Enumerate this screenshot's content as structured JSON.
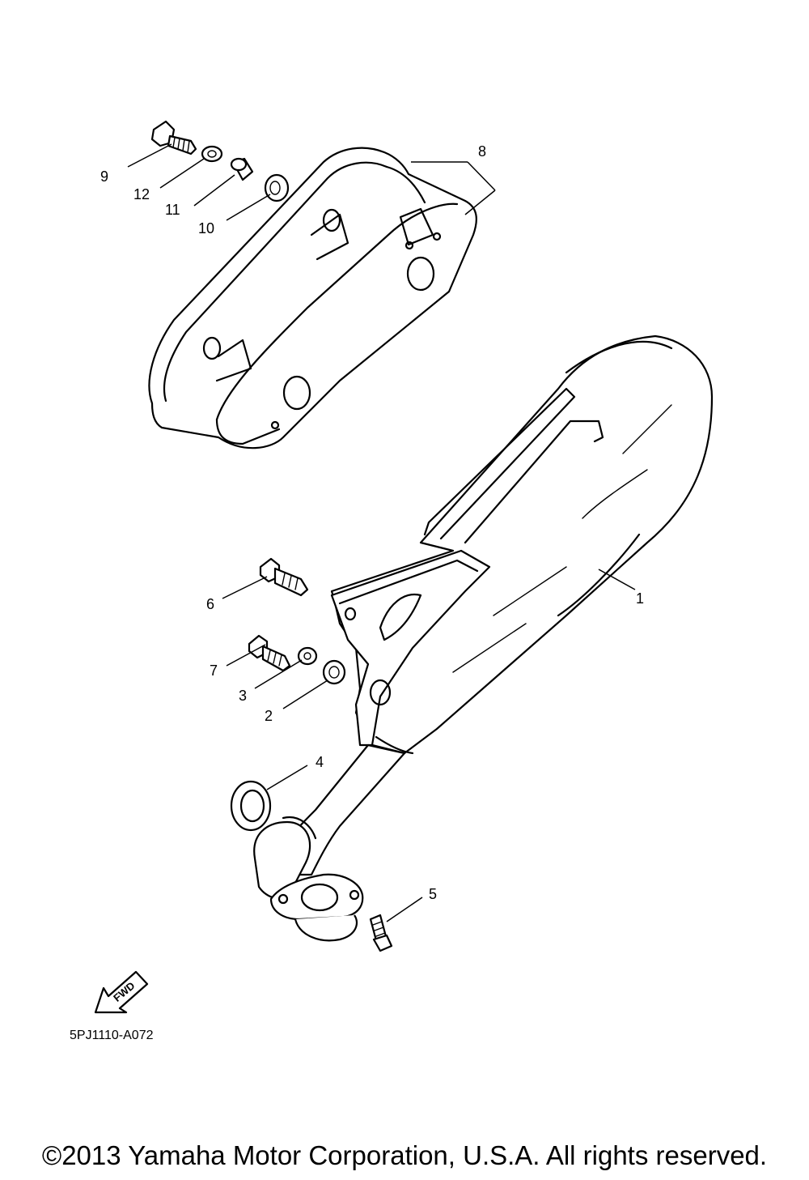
{
  "callouts": [
    {
      "number": "1"
    },
    {
      "number": "2"
    },
    {
      "number": "3"
    },
    {
      "number": "4"
    },
    {
      "number": "5"
    },
    {
      "number": "6"
    },
    {
      "number": "7"
    },
    {
      "number": "8"
    },
    {
      "number": "9"
    },
    {
      "number": "10"
    },
    {
      "number": "11"
    },
    {
      "number": "12"
    }
  ],
  "fwd_arrow": {
    "label": "FWD"
  },
  "diagram_code": "5PJ1110-A072",
  "copyright": "©2013 Yamaha Motor Corporation, U.S.A. All rights reserved."
}
